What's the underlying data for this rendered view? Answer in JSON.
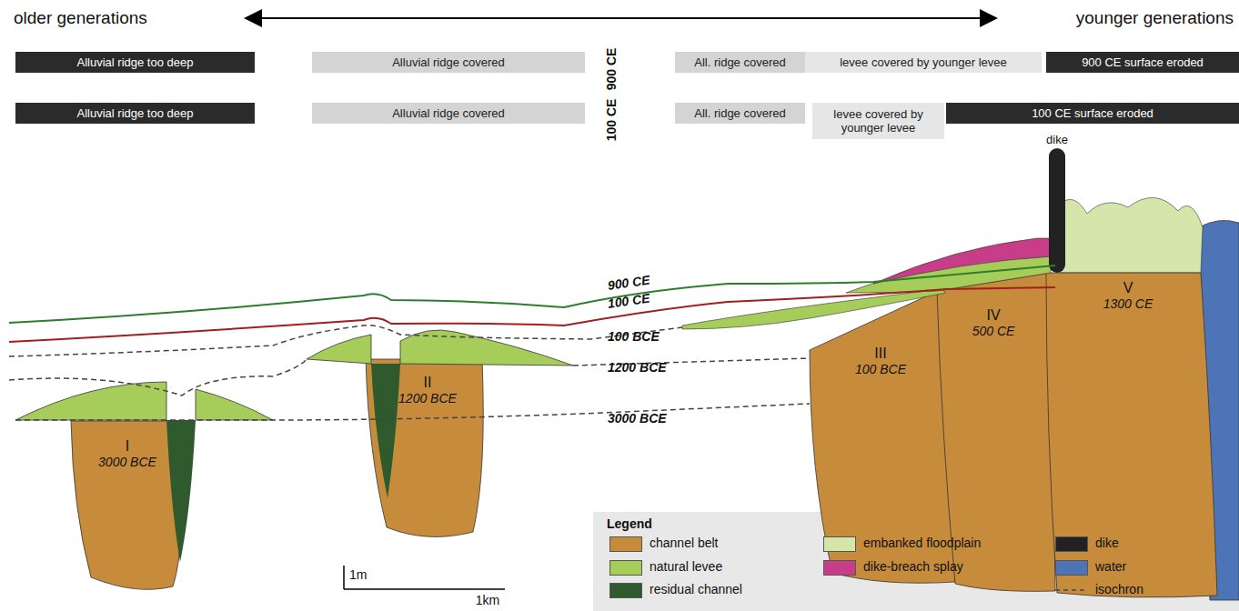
{
  "diagram": {
    "nodes": [
      {
        "text": [
          "Alluvial ridge too deep"
        ]
      },
      {
        "text": [
          "Alluvial ridge covered"
        ]
      },
      {
        "text": [
          "All. ridge covered"
        ]
      },
      {
        "text": [
          "levee covered by younger levee"
        ]
      },
      {
        "text": [
          "900 CE surface eroded"
        ]
      },
      {
        "text": [
          "Alluvial ridge too deep"
        ]
      },
      {
        "text": [
          "Alluvial ridge covered"
        ]
      },
      {
        "text": [
          "All. ridge covered"
        ]
      },
      {
        "text": [
          "levee covered by younger levee"
        ]
      },
      {
        "text": [
          "100 CE surface eroded"
        ]
      }
    ],
    "labels": [
      "older generations",
      "younger generations",
      "900 CE",
      "100 CE",
      "dike",
      "900 CE",
      "100 CE",
      "100 BCE",
      "1200 BCE",
      "3000 BCE",
      "I",
      "3000 BCE",
      "II",
      "1200 BCE",
      "III",
      "100 BCE",
      "IV",
      "500 CE",
      "V",
      "1300 CE",
      "1m",
      "1km",
      "Legend"
    ],
    "legend": [
      {
        "text": "channel belt",
        "color": "#c68c3c"
      },
      {
        "text": "natural levee",
        "color": "#a6cc5a"
      },
      {
        "text": "residual channel",
        "color": "#2f5a2e"
      },
      {
        "text": "embanked floodplain",
        "color": "#d4e6a9"
      },
      {
        "text": "dike-breach splay",
        "color": "#c83d8a"
      },
      {
        "text": "dike",
        "color": "#222222"
      },
      {
        "text": "water",
        "color": "#4e74b8"
      },
      {
        "text": "isochron"
      }
    ]
  }
}
